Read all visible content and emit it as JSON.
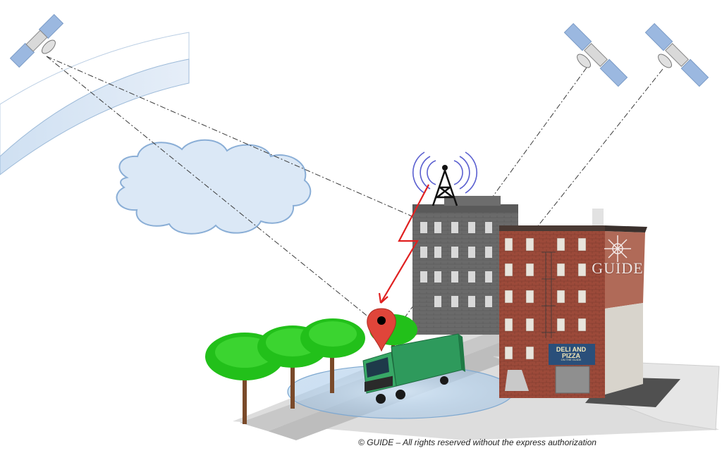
{
  "copyright": "© GUIDE – All rights reserved without the express authorization",
  "brand_logo_text": "GUIDE",
  "shop_sign": {
    "line1": "DELI AND PIZZA",
    "line2": "ON THE GUIDE"
  },
  "colors": {
    "sky_band": "#cfe0f2",
    "cloud_fill": "#dbe8f6",
    "cloud_stroke": "#8aaed6",
    "satellite_panel": "#9bb8e0",
    "signal_line": "#3a3a3a",
    "cell_signal": "#e02020",
    "map_pin": "#e0453a",
    "truck": "#2e9a5c",
    "tree": "#22c01a",
    "brick": "#9c4a3a",
    "road": "#c8c8c8",
    "coverage_ellipse": "#9ec3e6"
  },
  "icons": [
    "satellite-icon",
    "cell-tower-icon",
    "map-pin-icon",
    "truck-icon",
    "cloud-icon",
    "tree-icon",
    "building-icon",
    "compass-rose-icon"
  ]
}
